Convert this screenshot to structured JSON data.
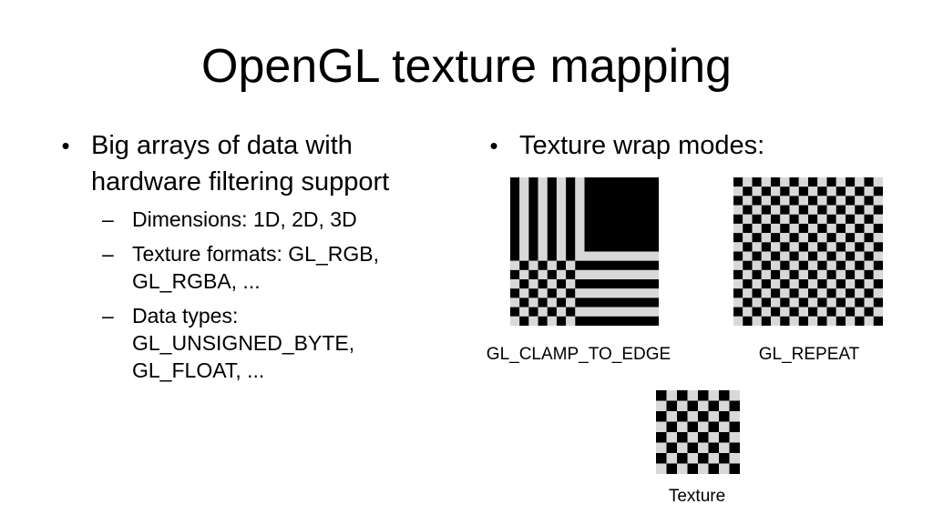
{
  "slide": {
    "title": "OpenGL texture mapping",
    "left": {
      "bullet": "Big arrays of data with hardware filtering support",
      "subitems": [
        "Dimensions: 1D, 2D, 3D",
        "Texture formats: GL_RGB, GL_RGBA, ...",
        "Data types: GL_UNSIGNED_BYTE, GL_FLOAT, ..."
      ]
    },
    "right": {
      "bullet": "Texture wrap modes:",
      "images": [
        {
          "caption": "GL_CLAMP_TO_EDGE",
          "icon": "clamp-to-edge-pattern"
        },
        {
          "caption": "GL_REPEAT",
          "icon": "repeat-checkerboard"
        },
        {
          "caption": "Texture",
          "icon": "source-checkerboard"
        }
      ]
    },
    "colors": {
      "dark": "#000000",
      "light": "#d8d8d8"
    }
  }
}
